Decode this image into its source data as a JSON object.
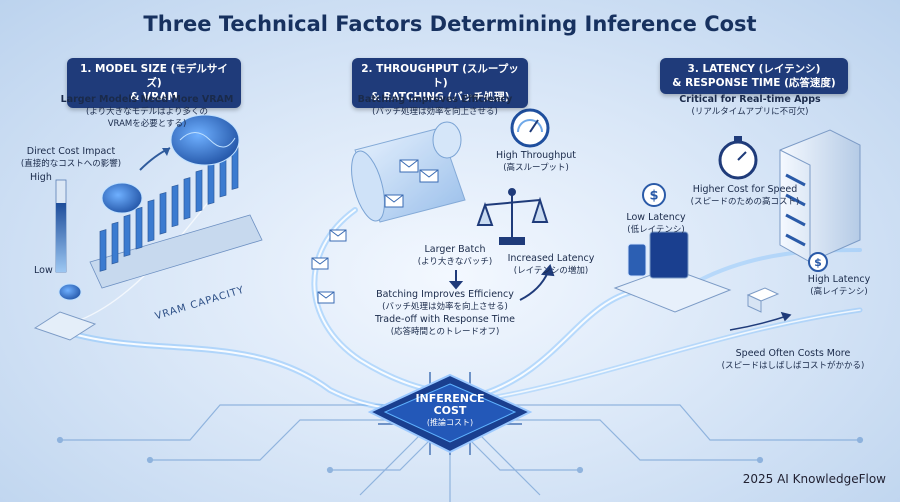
{
  "title": "Three Technical Factors Determining Inference Cost",
  "sections": [
    {
      "badge_line1": "1. MODEL SIZE (モデルサイズ)",
      "badge_line2": "& VRAM",
      "desc_line1": "Larger Models Need More VRAM",
      "desc_line2": "(より大きなモデルはより多くの",
      "desc_line3": "VRAMを必要とする)"
    },
    {
      "badge_line1": "2. THROUGHPUT (スループット)",
      "badge_line2": "& BATCHING (バッチ処理)",
      "desc_line1": "Batching Improves Efficiency",
      "desc_line2": "(バッチ処理は効率を向上させる)"
    },
    {
      "badge_line1": "3. LATENCY (レイテンシ)",
      "badge_line2": "& RESPONSE TIME (応答速度)",
      "desc_line1": "Critical for Real-time Apps",
      "desc_line2": "(リアルタイムアプリに不可欠)"
    }
  ],
  "model_size": {
    "impact_line1": "Direct Cost Impact",
    "impact_line2": "(直接的なコストへの影響)",
    "high": "High",
    "low": "Low",
    "vram_capacity": "VRAM CAPACITY",
    "impact_level": 0.75
  },
  "throughput": {
    "high_line1": "High Throughput",
    "high_line2": "(高スループット)",
    "larger_line1": "Larger Batch",
    "larger_line2": "(より大きなバッチ)",
    "increased_line1": "Increased Latency",
    "increased_line2": "(レイテンシの増加)",
    "improves_line1": "Batching Improves Efficiency",
    "improves_line2": "(バッチ処理は効率を向上させる)",
    "tradeoff_line1": "Trade-off with Response Time",
    "tradeoff_line2": "(応答時間とのトレードオフ)"
  },
  "latency": {
    "higher_line1": "Higher Cost for Speed",
    "higher_line2": "(スピードのための高コスト)",
    "low_line1": "Low Latency",
    "low_line2": "(低レイテンシ)",
    "high_line1": "High Latency",
    "high_line2": "(高レイテンシ)",
    "speed_line1": "Speed Often Costs More",
    "speed_line2": "(スピードはしばしばコストがかかる)"
  },
  "center": {
    "line1": "INFERENCE",
    "line2": "COST",
    "line3": "(推論コスト)"
  },
  "footer": "2025 AI KnowledgeFlow",
  "colors": {
    "navy": "#1f3b7a",
    "flow": "#5fb2ff",
    "chip": "#1a3f8f"
  }
}
